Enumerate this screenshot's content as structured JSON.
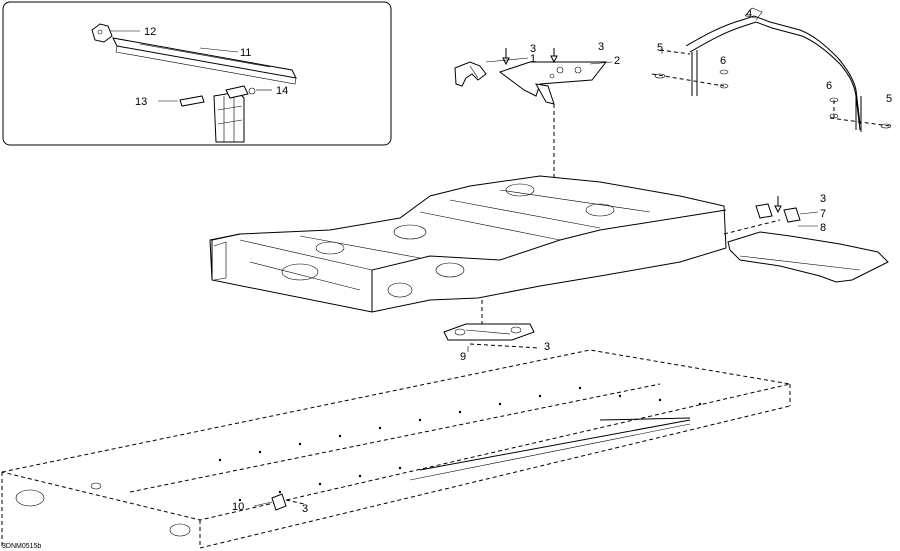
{
  "callouts": {
    "c1": "1",
    "c2": "2",
    "c3a": "3",
    "c3b": "3",
    "c3c": "3",
    "c3d": "3",
    "c3e": "3",
    "c4": "4",
    "c5a": "5",
    "c5b": "5",
    "c6a": "6",
    "c6b": "6",
    "c7": "7",
    "c8": "8",
    "c9": "9",
    "c10": "10",
    "c11": "11",
    "c12": "12",
    "c13": "13",
    "c14": "14"
  },
  "drawing_code": "3DNM0515b"
}
